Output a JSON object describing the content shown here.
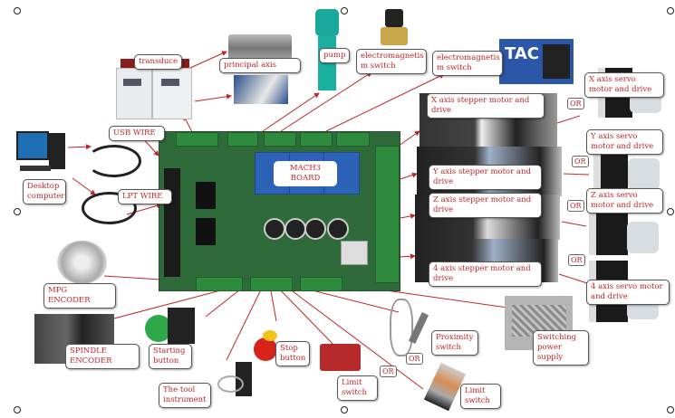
{
  "diagram": {
    "center_label": "MACH3 BOARD",
    "labels": {
      "transduce": "transduce",
      "principal_axis": "principal axis",
      "pump": "pump",
      "electromagnetism_switch_1": "electromagnetis\nm  switch",
      "electromagnetism_switch_2": "electromagnetis\nm  switch",
      "usb_wire": "USB WIRE",
      "lpt_wire": "LPT WIRE",
      "desktop_computer": "Desktop\ncomputer",
      "x_stepper": "X axis stepper motor and\ndrive",
      "y_stepper": "Y axis stepper motor and\ndrive",
      "z_stepper": "Z axis stepper motor and\ndrive",
      "a4_stepper": "4 axis stepper motor and\ndrive",
      "x_servo": "X axis servo\nmotor and drive",
      "y_servo": "Y axis servo\nmotor and drive",
      "z_servo": "Z axis servo\nmotor and drive",
      "a4_servo": "4 axis servo motor\nand drive",
      "mpg_encoder": "MPG ENCODER",
      "spindle_encoder": "SPINDLE ENCODER",
      "starting_button": "Starting\nbutton",
      "stop_button": "Stop\nbutton",
      "tool_instrument": "The tool\ninstrument",
      "limit_switch_1": "Limit\nswitch",
      "limit_switch_2": "Limit\nswitch",
      "proximity_switch": "Proximity\nswitch",
      "switching_power_supply": "Switching\npower supply"
    },
    "or_label": "OR",
    "colors": {
      "label_text": "#c0262a",
      "wire": "#c0262a",
      "board": "#2f6b3a",
      "terminal": "#2e8b3e",
      "relay": "#2c62b8"
    }
  }
}
